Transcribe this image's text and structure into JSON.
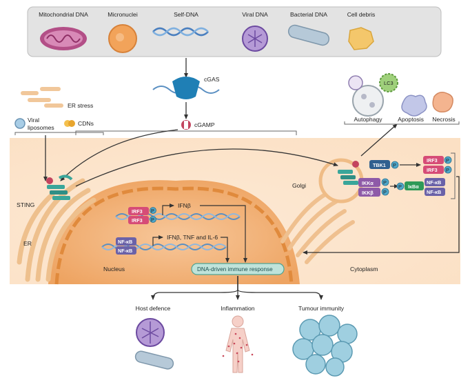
{
  "sources": [
    {
      "key": "mito",
      "label": "Mitochondrial DNA"
    },
    {
      "key": "micro",
      "label": "Micronuclei"
    },
    {
      "key": "self",
      "label": "Self-DNA"
    },
    {
      "key": "viral",
      "label": "Viral DNA"
    },
    {
      "key": "bact",
      "label": "Bacterial DNA"
    },
    {
      "key": "debris",
      "label": "Cell debris"
    }
  ],
  "labels": {
    "cgas": "cGAS",
    "cgamp": "cGAMP",
    "er_stress": "ER stress",
    "viral_liposomes": [
      "Viral",
      "liposomes"
    ],
    "cdns": "CDNs",
    "sting": "STING",
    "er": "ER",
    "golgi": "Golgi",
    "nucleus": "Nucleus",
    "cytoplasm": "Cytoplasm",
    "tbk1": "TBK1",
    "irf3": "IRF3",
    "nfkb": "NF-κB",
    "ikka": "IKKα",
    "ikkb": "IKKβ",
    "ikba": "IκBα",
    "p": "P",
    "lc3": "LC3",
    "ifnb": "IFNβ",
    "ifnb_tnf_il6": "IFNβ, TNF and IL-6",
    "response": "DNA-driven immune response"
  },
  "fates": [
    {
      "key": "autophagy",
      "label": "Autophagy"
    },
    {
      "key": "apoptosis",
      "label": "Apoptosis"
    },
    {
      "key": "necrosis",
      "label": "Necrosis"
    }
  ],
  "outcomes": [
    {
      "key": "host",
      "label": "Host defence"
    },
    {
      "key": "inflam",
      "label": "Inflammation"
    },
    {
      "key": "tumour",
      "label": "Tumour immunity"
    }
  ],
  "colors": {
    "cytoplasm": "#fbe3cb",
    "nucleus": "#f3b57c",
    "nuclear_envelope": "#e08a3c",
    "er": "#f0c393",
    "irf3": "#d64c77",
    "nfkb": "#6b62a8",
    "ikk": "#8e5aa8",
    "tbk1": "#2f5f8f",
    "ikba": "#2e9a58",
    "sting": "#3aa69a",
    "cgas": "#1f7fb5",
    "response": "#bfe3da",
    "dna": "#5a8fc2"
  }
}
